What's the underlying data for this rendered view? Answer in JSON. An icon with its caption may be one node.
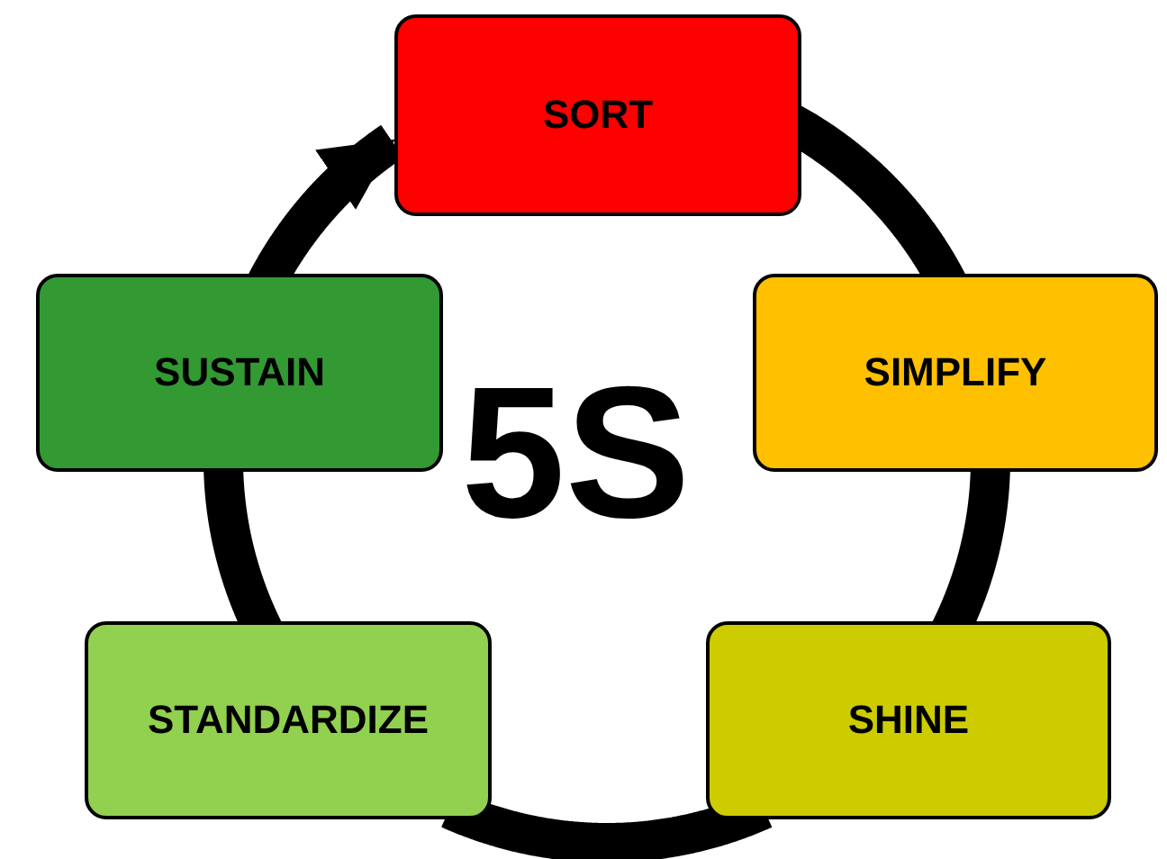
{
  "diagram": {
    "nodes": [
      {
        "text": [
          "SORT"
        ]
      },
      {
        "text": [
          "SIMPLIFY"
        ]
      },
      {
        "text": [
          "SHINE"
        ]
      },
      {
        "text": [
          "STANDARDIZE"
        ]
      },
      {
        "text": [
          "SUSTAIN"
        ]
      }
    ],
    "edges": [
      {
        "from": 0,
        "to": 1,
        "arrow": "none"
      },
      {
        "from": 1,
        "to": 2,
        "arrow": "none"
      },
      {
        "from": 2,
        "to": 3,
        "arrow": "none"
      },
      {
        "from": 3,
        "to": 4,
        "arrow": "none"
      },
      {
        "from": 4,
        "to": 0,
        "arrow": "to"
      }
    ],
    "labels": [
      "5S"
    ]
  }
}
